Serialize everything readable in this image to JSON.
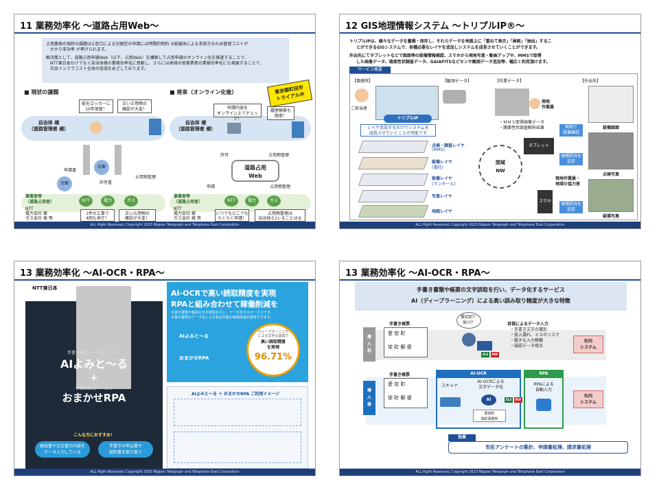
{
  "footer": "ALL Right Reserved, Copyright 2023  Nippon Telegraph and Telephone East Corporation",
  "slide11": {
    "title": "11 業務効率化 ～道路占用Web～",
    "bullet1": "占用業務の現状の課題は①窓口による対面型の申請には時間的制約 ②紙媒体による手続きのため管理コストが",
    "bullet1b": "かかり非効率 が挙げられます。",
    "bullet2": "解決策として、道路占用申請Web（以下、占用Web）を構築して占用申請のオンライン化を推進することで、",
    "bullet2b": "NTT東日本だけでなく自治体様の業務効率化に貢献し、さらには地域の他事業者の業務効率化にも発展することで、",
    "bullet2c": "社会インフラコスト全体の低減をめざしております。",
    "current_heading": "■ 現状の課題",
    "future_heading": "■ 将来（オンライン化後）",
    "stamp": "東京都町田市\nトライアル中",
    "left": {
      "gov": "自治体 様\n（道路管理者 様）",
      "bubble1": "紙をロッカーに\n10年保管！",
      "bubble2": "古い占用物の\n確認が大変！",
      "apply": "申請書",
      "counter1": "対面",
      "counter2": "対面",
      "permit": "許可書",
      "manage": "占用物管理",
      "biz": "事業者等\n（道路占用者）",
      "biz_list": "NTT\n電力会社 様\nガス会社 様 等",
      "ntt": "NTT",
      "power": "電力",
      "gas": "ガス",
      "bubble3": "1件の工事で\n4回も来庁！",
      "bubble4": "古い占用物の\n確認が大変！"
    },
    "right": {
      "gov": "自治体 様\n（道路管理者 様）",
      "bubble1": "申請内容を\nオンライン上でチェック！",
      "bubble2": "履歴検索も\n簡単！",
      "permit": "許可",
      "manage": "占用物管理",
      "web": "道路占用\nWeb",
      "apply": "申請",
      "manage2": "占用物管理",
      "biz": "事業者等\n（道路占用者）",
      "biz_list": "NTT\n電力会社 様\nガス会社 様 等",
      "ntt": "NTT",
      "power": "電力",
      "gas": "ガス",
      "bubble3": "いつでもどこでも\nらくらく申請！",
      "bubble4": "占用物管理は\n自治体とzレることはない！"
    }
  },
  "slide12": {
    "title": "12 GIS地理情報システム ～トリプルIP®～",
    "bullet1": "トリプルIPは、様々なデータを蓄積・保存し、それらデータを地図上に「重ねて表示」「検索」「抽出」するこ",
    "bullet1b": "とができるGISシステムで、各種必要なレイヤを追加しシステムを成長させていくことができます。",
    "bullet2": "外出先にてタブレットなどで図面等の設備情報確認、スマホから現地写真・動画アップや、MMSで取得",
    "bullet2b": "した画像データ、路面性状調査データ、GAIAFITSなどセンサ観測データ追加等、幅広く利用頂けます。",
    "service": "サービス概要",
    "office": "【事務所】",
    "observe": "【観測データ】",
    "work": "【作業データ】",
    "outside": "【外出先】",
    "staff": "ご担当者",
    "brand": "トリプルIP",
    "layer_note": "レイヤ追加するだけでシステムを\n成長させていくことが可能です",
    "work_list": "・ＭＭＳ取得画像データ\n・路面性状調査解析結果",
    "layers": [
      "点検・調査レイヤ",
      "設備レイヤ",
      "設備レイヤ",
      "写真レイヤ",
      "地図レイヤ"
    ],
    "layer_subs": [
      "(MMS)",
      "(電柱)",
      "(マンホール)",
      "",
      ""
    ],
    "network": "閉域\nNW",
    "field_worker": "現地\n作業員",
    "tablet": "タブレット",
    "smartphone": "スマホ",
    "field_workers2": "現地作業員・\n地域の協力者",
    "blue_box1": "現地で\n設備確認",
    "blue_box2": "現場状況を\n送信",
    "blue_box3": "現場状況を\n送信",
    "photo1": "設備図面",
    "photo2": "点検写真",
    "photo3": "破損写真"
  },
  "slide13a": {
    "title": "13 業務効率化 ～AI-OCR・RPA～",
    "ntt_logo": "NTT東日本",
    "service1": "手書き帳票データ化サービス",
    "ai_name": "AIよみと～る",
    "with": "with  AI inside",
    "plus": "+",
    "service2": "作業自動化サービス",
    "rpa_name": "おまかせRPA",
    "recommend": "こんな方におすすめ！",
    "rec1": "納品書や注文書の内容を\nデータ入力している",
    "rec2": "手書きの申込書や\n契約書を取り扱う",
    "headline1": "AI-OCRで高い読取精度を実現",
    "headline2": "RPAと組み合わせて稼働削減を",
    "desc": "手書き書類や帳票の文字読取を行い、データ化するサービスです。\n大量の書類のデータ化による転記作業の稼働削減が期待できます。",
    "mini1": "AIよみと～る",
    "mini2": "おまかせRPA",
    "circle_top": "ディープラーニング\nによる文字の認識で",
    "circle_mid": "高い読取精度\nを実現",
    "percent": "96.71%",
    "flow_title": "AIよみと～る ＋ おまかせRPA  ご利用イメージ"
  },
  "slide13b": {
    "title": "13 業務効率化 ～AI-OCR・RPA～",
    "banner1": "手書き書類や帳票の文字読取を行い、データ化するサービス",
    "banner2": "AI（ディープラーニング）による高い読み取り精度が大きな特徴",
    "before": "導\n入\n前",
    "after": "導\n入\n後",
    "form_label": "手書き帳票",
    "form_label2": "手書き帳票",
    "form_text1": "愛 宕 町",
    "form_text2": "栄 町 郵 便",
    "bubble": "愛宕町？\n栄川？",
    "visual_title": "目視によるデータ入力",
    "visual_list": "・手書き文字の識別\n・投入漏れ、ミスのリスク\n・膨大な入力稼働\n・誤認データ修正",
    "system1": "社内\nシステム",
    "system2": "社内\nシステム",
    "aiocr": "AI-OCR",
    "rpa": "RPA",
    "scanner": "スキャナ",
    "ocr_text": "AI-OCRによる\n文字データ化",
    "ai": "AI",
    "recognized": "愛宕町\n栄町事務所",
    "rpa_text": "RPAによる\n自動入力",
    "effect": "効果",
    "effect_text": "市民アンケートの集計、申請書処理、請求書処理",
    "xls": "XLS",
    "pdf": "PDF"
  }
}
